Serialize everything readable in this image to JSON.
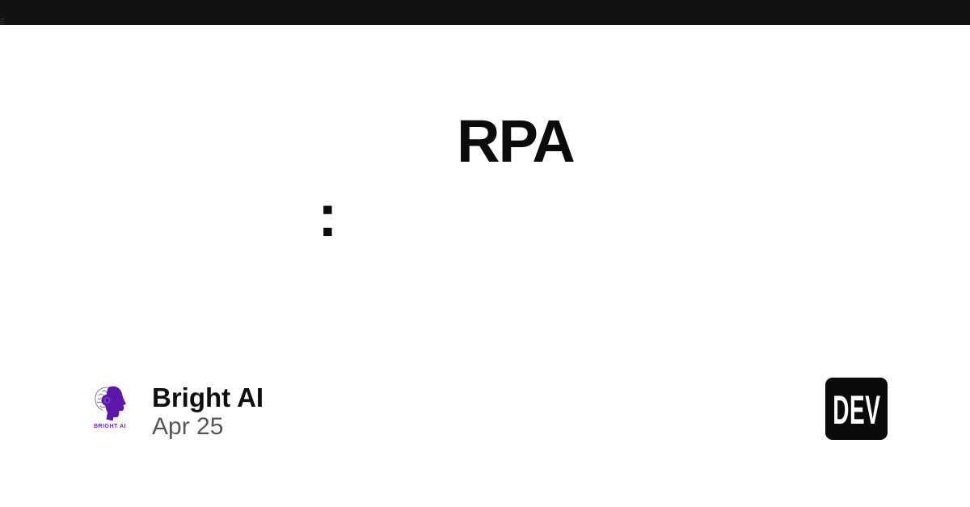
{
  "page": {
    "top_bar_color": "#121212",
    "background_color": "#ffffff"
  },
  "article": {
    "title": "RPA",
    "subtitle_punctuation": ":",
    "title_color": "#0b0b0b"
  },
  "author": {
    "name": "Bright AI",
    "date": "Apr 25",
    "logo_caption": "BRIGHT AI",
    "logo_purple": "#5c16a9",
    "logo_caption_color": "#7227b8",
    "name_color": "#0f0f0f",
    "date_color": "#575757"
  },
  "branding": {
    "dev_logo_text": "DEV",
    "dev_logo_background": "#0a0a0a",
    "dev_logo_text_color": "#ffffff"
  }
}
